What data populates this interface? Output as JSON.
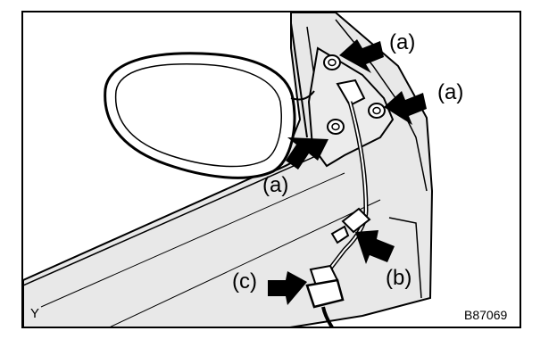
{
  "labels": {
    "a1": "(a)",
    "a2": "(a)",
    "a3": "(a)",
    "b": "(b)",
    "c": "(c)"
  },
  "corner_left": "Y",
  "figure_code": "B87069",
  "colors": {
    "fill": "#e8e8e8",
    "line": "#000000",
    "background": "#ffffff"
  }
}
